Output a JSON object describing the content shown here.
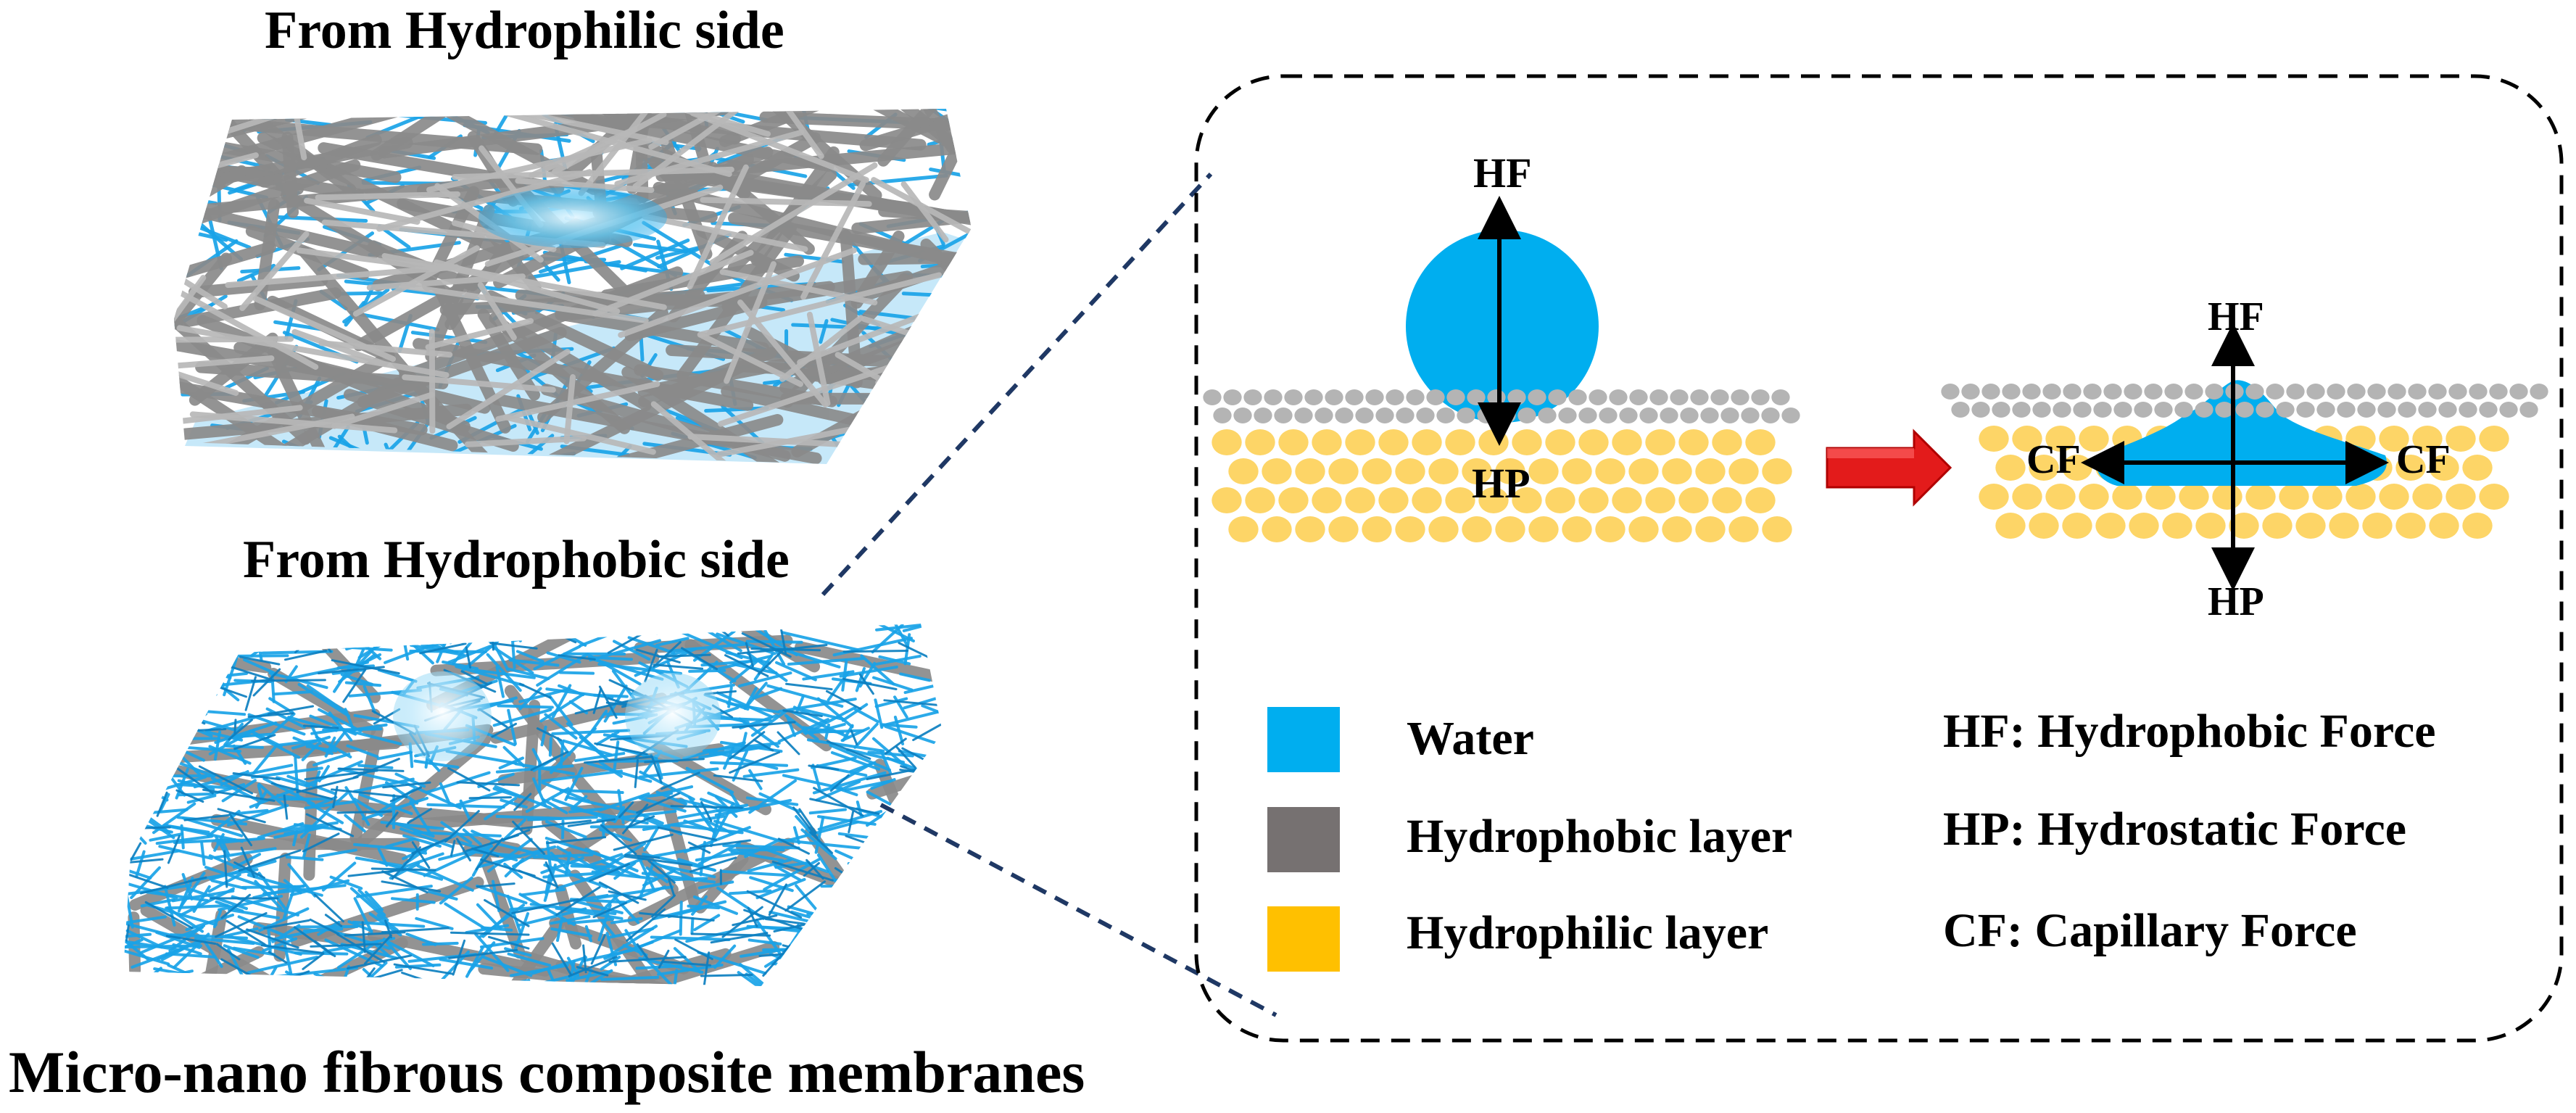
{
  "titles": {
    "hydrophilic_side": "From Hydrophilic side",
    "hydrophobic_side": "From Hydrophobic side",
    "caption": "Micro-nano fibrous composite membranes"
  },
  "forces": {
    "left": {
      "top": "HF",
      "bottom": "HP"
    },
    "right": {
      "top": "HF",
      "bottom": "HP",
      "left": "CF",
      "right": "CF"
    }
  },
  "legend": {
    "swatches": [
      {
        "label": "Water",
        "color": "#00aeef"
      },
      {
        "label": "Hydrophobic layer",
        "color": "#767171"
      },
      {
        "label": "Hydrophilic layer",
        "color": "#ffc000"
      }
    ],
    "definitions": [
      "HF: Hydrophobic Force",
      "HP: Hydrostatic Force",
      "CF: Capillary Force"
    ]
  },
  "colors": {
    "water": "#00aeef",
    "hydrophobic": "#767171",
    "hydrophobic_dots": "#b4b4b4",
    "hydrophilic": "#ffc000",
    "hydrophilic_dots": "#fdd567",
    "fiber_gray": "#8a8a8a",
    "fiber_blue": "#1aa3e8",
    "arrow_red": "#e31b1b",
    "dashed_line": "#1f3864"
  },
  "icons": {
    "process_arrow": "right-arrow-icon"
  }
}
